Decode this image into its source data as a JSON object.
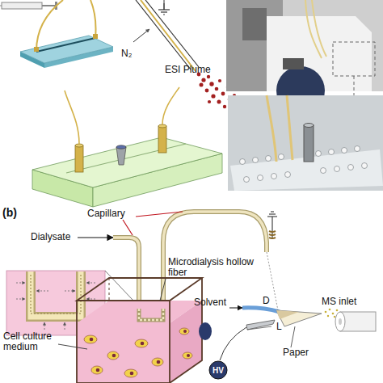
{
  "diagram": {
    "nodes": [
      {
        "text": [
          "HV"
        ]
      }
    ],
    "labels": [
      "N₂",
      "ESI Plume",
      "(b)",
      "Dialysate",
      "Capillary",
      "Microdialysis hollow fiber",
      "Solvent",
      "Cell culture medium",
      "MS inlet",
      "D",
      "L",
      "Paper"
    ]
  }
}
